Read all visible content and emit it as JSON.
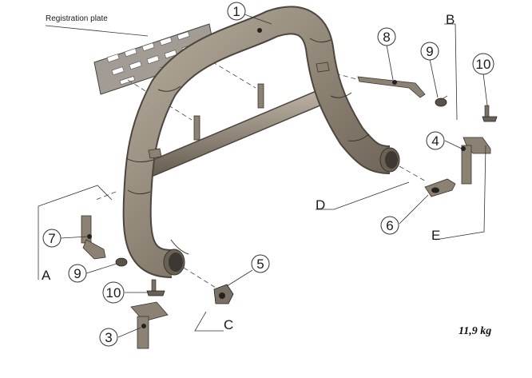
{
  "diagram": {
    "registration_label": "Registration plate",
    "weight": "11,9 kg",
    "callouts": {
      "c1": "1",
      "c3": "3",
      "c4": "4",
      "c5": "5",
      "c6": "6",
      "c7": "7",
      "c8": "8",
      "c9a": "9",
      "c9b": "9",
      "c10a": "10",
      "c10b": "10"
    },
    "letters": {
      "A": "A",
      "B": "B",
      "C": "C",
      "D": "D",
      "E": "E"
    },
    "colors": {
      "tube": "#8c8273",
      "tube_dark": "#4d463e",
      "plate": "#a09a92",
      "line": "#333333"
    }
  }
}
